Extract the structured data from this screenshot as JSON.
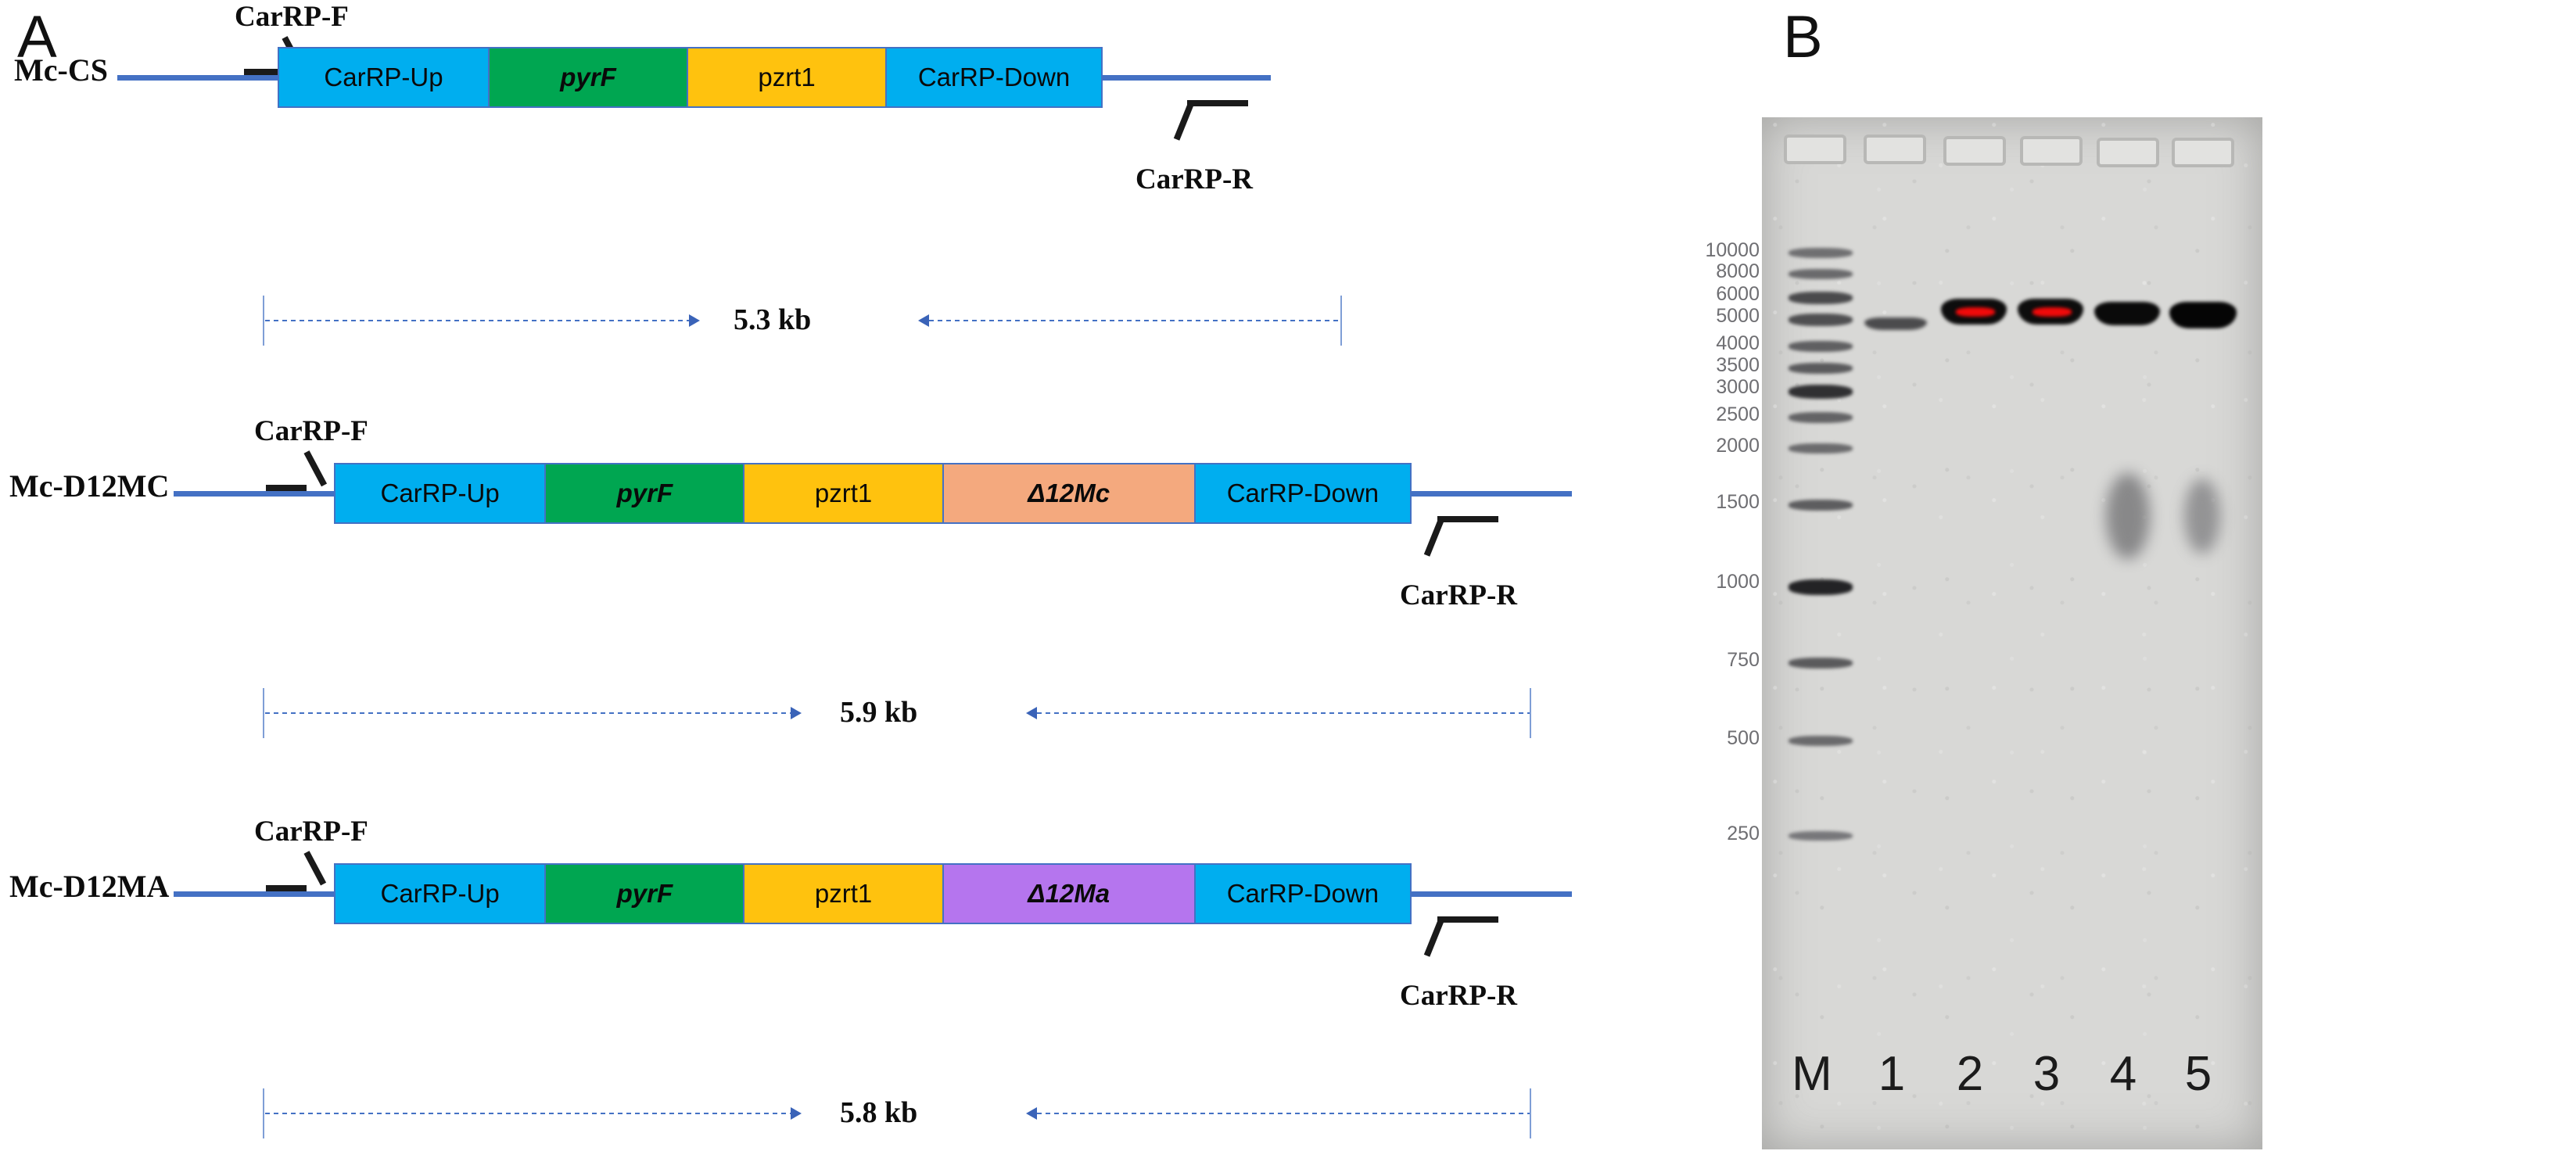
{
  "figure": {
    "panels": [
      {
        "id": "A",
        "letter": "A"
      },
      {
        "id": "B",
        "letter": "B"
      }
    ]
  },
  "panelA": {
    "primer_forward": "CarRP-F",
    "primer_reverse": "CarRP-R",
    "constructs": [
      {
        "name": "Mc-CS",
        "segments": [
          {
            "label": "CarRP-Up",
            "color": "#00AEEF",
            "italic": false
          },
          {
            "label": "pyrF",
            "color": "#00A651",
            "italic": true
          },
          {
            "label": "pzrt1",
            "color": "#FFC20E",
            "italic": false
          },
          {
            "label": "CarRP-Down",
            "color": "#00AEEF",
            "italic": false
          }
        ],
        "amplicon_size": "5.3 kb"
      },
      {
        "name": "Mc-D12MC",
        "segments": [
          {
            "label": "CarRP-Up",
            "color": "#00AEEF",
            "italic": false
          },
          {
            "label": "pyrF",
            "color": "#00A651",
            "italic": true
          },
          {
            "label": "pzrt1",
            "color": "#FFC20E",
            "italic": false
          },
          {
            "label": "Δ12Mc",
            "color": "#F4A97E",
            "italic": true
          },
          {
            "label": "CarRP-Down",
            "color": "#00AEEF",
            "italic": false
          }
        ],
        "amplicon_size": "5.9 kb"
      },
      {
        "name": "Mc-D12MA",
        "segments": [
          {
            "label": "CarRP-Up",
            "color": "#00AEEF",
            "italic": false
          },
          {
            "label": "pyrF",
            "color": "#00A651",
            "italic": true
          },
          {
            "label": "pzrt1",
            "color": "#FFC20E",
            "italic": false
          },
          {
            "label": "Δ12Ma",
            "color": "#B575EE",
            "italic": true
          },
          {
            "label": "CarRP-Down",
            "color": "#00AEEF",
            "italic": false
          }
        ],
        "amplicon_size": "5.8 kb"
      }
    ],
    "colors": {
      "flank_line": "#4471c4",
      "dimension_line": "#4471c4",
      "homology_arm": "#00AEEF",
      "marker_gene": "#00A651",
      "promoter": "#FFC20E",
      "delta12mc": "#F4A97E",
      "delta12ma": "#B575EE"
    }
  },
  "panelB": {
    "ladder_name": "M",
    "ladder_unit": "bp",
    "ladder_labels": [
      "10000",
      "8000",
      "6000",
      "5000",
      "4000",
      "3500",
      "3000",
      "2500",
      "2000",
      "1500",
      "1000",
      "750",
      "500",
      "250"
    ],
    "lane_labels": [
      "M",
      "1",
      "2",
      "3",
      "4",
      "5"
    ],
    "wells_count": 6,
    "lanes": [
      {
        "label": "M",
        "type": "ladder",
        "bands": []
      },
      {
        "label": "1",
        "type": "sample",
        "bands": [
          {
            "size": "5300",
            "intensity": "faint",
            "saturated": false
          }
        ]
      },
      {
        "label": "2",
        "type": "sample",
        "bands": [
          {
            "size": "5900",
            "intensity": "strong",
            "saturated": true
          }
        ]
      },
      {
        "label": "3",
        "type": "sample",
        "bands": [
          {
            "size": "5900",
            "intensity": "strong",
            "saturated": true
          }
        ]
      },
      {
        "label": "4",
        "type": "sample",
        "bands": [
          {
            "size": "5800",
            "intensity": "strong",
            "saturated": false
          },
          {
            "size": "1700",
            "intensity": "smear",
            "saturated": false
          }
        ]
      },
      {
        "label": "5",
        "type": "sample",
        "bands": [
          {
            "size": "5800",
            "intensity": "strong",
            "saturated": false
          },
          {
            "size": "1700",
            "intensity": "smear",
            "saturated": false
          }
        ]
      }
    ],
    "colors": {
      "gel_background": "#d8d8d6",
      "band": "#141414",
      "saturated_band": "#f00a0a",
      "ladder_tick": "#8a8a8e",
      "ladder_text": "#6e6e72"
    }
  },
  "chart_data": {
    "type": "diagram",
    "title": "CRISPR/homologous-recombination cassette constructs and PCR verification gel",
    "panelA": {
      "subtype": "gene-construct-map",
      "constructs": [
        "Mc-CS",
        "Mc-D12MC",
        "Mc-D12MA"
      ],
      "amplicon_sizes_kb": [
        5.3,
        5.9,
        5.8
      ],
      "segment_order": [
        [
          "CarRP-Up",
          "pyrF",
          "pzrt1",
          "CarRP-Down"
        ],
        [
          "CarRP-Up",
          "pyrF",
          "pzrt1",
          "Δ12Mc",
          "CarRP-Down"
        ],
        [
          "CarRP-Up",
          "pyrF",
          "pzrt1",
          "Δ12Ma",
          "CarRP-Down"
        ]
      ],
      "primers": [
        "CarRP-F",
        "CarRP-R"
      ]
    },
    "panelB": {
      "subtype": "agarose-gel",
      "ladder_bp": [
        10000,
        8000,
        6000,
        5000,
        4000,
        3500,
        3000,
        2500,
        2000,
        1500,
        1000,
        750,
        500,
        250
      ],
      "lanes": [
        "M",
        "1",
        "2",
        "3",
        "4",
        "5"
      ],
      "observed_band_bp": [
        null,
        5300,
        5900,
        5900,
        5800,
        5800
      ],
      "secondary_band_bp": [
        null,
        null,
        null,
        null,
        1700,
        1700
      ]
    }
  }
}
